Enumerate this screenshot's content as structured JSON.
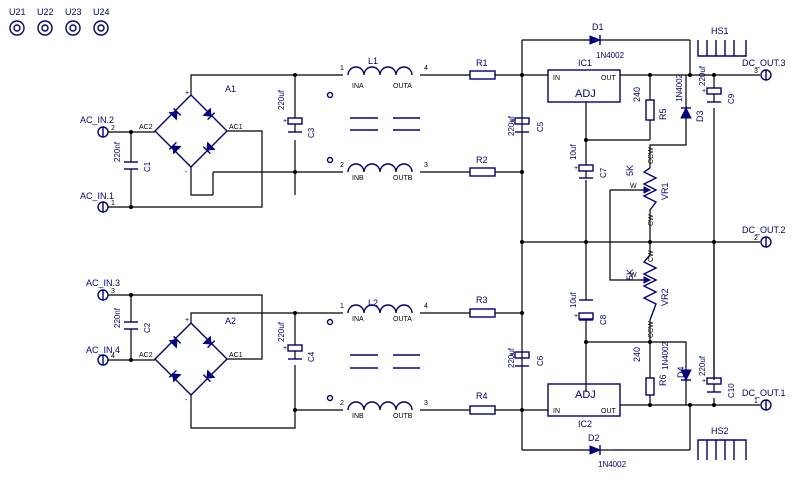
{
  "mount_holes": [
    "U21",
    "U22",
    "U23",
    "U24"
  ],
  "inputs": {
    "ac_in_1": "AC_IN.1",
    "ac_in_2": "AC_IN.2",
    "ac_in_3": "AC_IN.3",
    "ac_in_4": "AC_IN.4"
  },
  "outputs": {
    "dc_out_1": "DC_OUT.1",
    "dc_out_2": "DC_OUT.2",
    "dc_out_3": "DC_OUT.3"
  },
  "output_pins": {
    "dc_out_1": "1",
    "dc_out_2": "2",
    "dc_out_3": "3"
  },
  "input_pins": {
    "ac_in_1": "1",
    "ac_in_2": "2",
    "ac_in_3": "3",
    "ac_in_4": "4"
  },
  "bridges": {
    "a1": {
      "name": "A1",
      "ac1": "AC1",
      "ac2": "AC2",
      "plus": "+",
      "minus": "-"
    },
    "a2": {
      "name": "A2",
      "ac1": "AC1",
      "ac2": "AC2",
      "plus": "+",
      "minus": "-"
    }
  },
  "caps": {
    "c1": {
      "ref": "C1",
      "value": "220nf"
    },
    "c2": {
      "ref": "C2",
      "value": "220nf"
    },
    "c3": {
      "ref": "C3",
      "value": "220uf"
    },
    "c4": {
      "ref": "C4",
      "value": "220uf"
    },
    "c5": {
      "ref": "C5",
      "value": "220uf"
    },
    "c6": {
      "ref": "C6",
      "value": "220uf"
    },
    "c7": {
      "ref": "C7",
      "value": "10uf"
    },
    "c8": {
      "ref": "C8",
      "value": "10uf"
    },
    "c9": {
      "ref": "C9",
      "value": "220uf"
    },
    "c10": {
      "ref": "C10",
      "value": "220uf"
    }
  },
  "chokes": {
    "l1": {
      "ref": "L1",
      "ina": "INA",
      "inb": "INB",
      "outa": "OUTA",
      "outb": "OUTB"
    },
    "l2": {
      "ref": "L2",
      "ina": "INA",
      "inb": "INB",
      "outa": "OUTA",
      "outb": "OUTB"
    }
  },
  "resistors": {
    "r1": "R1",
    "r2": "R2",
    "r3": "R3",
    "r4": "R4",
    "r5": {
      "ref": "R5",
      "value": "240"
    },
    "r6": {
      "ref": "R6",
      "value": "240"
    }
  },
  "pots": {
    "vr1": {
      "ref": "VR1",
      "value": "5K",
      "w": "W",
      "cw": "CW",
      "ccw": "CCW"
    },
    "vr2": {
      "ref": "VR2",
      "value": "5K",
      "w": "W",
      "cw": "CW",
      "ccw": "CCW"
    }
  },
  "diodes": {
    "d1": {
      "ref": "D1",
      "part": "1N4002"
    },
    "d2": {
      "ref": "D2",
      "part": "1N4002"
    },
    "d3": {
      "ref": "D3",
      "part": "1N4002"
    },
    "d4": {
      "ref": "D4",
      "part": "1N4002"
    }
  },
  "regulators": {
    "ic1": {
      "ref": "IC1",
      "adj": "ADJ",
      "in": "IN",
      "out": "OUT"
    },
    "ic2": {
      "ref": "IC2",
      "adj": "ADJ",
      "in": "IN",
      "out": "OUT"
    }
  },
  "heatsinks": {
    "hs1": "HS1",
    "hs2": "HS2"
  },
  "pin_numbers": {
    "p1": "1",
    "p2": "2",
    "p3": "3",
    "p4": "4"
  }
}
